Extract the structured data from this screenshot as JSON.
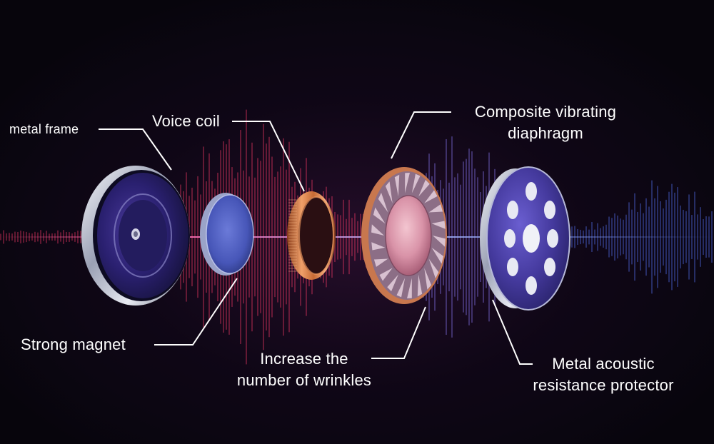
{
  "labels": {
    "metal_frame": "metal frame",
    "voice_coil": "Voice coil",
    "composite_line1": "Composite vibrating",
    "composite_line2": "diaphragm",
    "strong_magnet": "Strong magnet",
    "wrinkles_line1": "Increase the",
    "wrinkles_line2": "number of wrinkles",
    "protector_line1": "Metal acoustic",
    "protector_line2": "resistance protector"
  },
  "colors": {
    "background": "#07050c",
    "label_text": "#ffffff",
    "leader_line": "#ffffff",
    "waveform_red": "#ff3b4f",
    "waveform_blue": "#5a6cff",
    "coil_copper": "#d9824a",
    "diaphragm_pink": "#e9a6b6",
    "frame_steel": "#d8dbe4",
    "protector_purple": "#4b3fa8"
  },
  "components": [
    {
      "name": "metal frame",
      "icon": "metal-frame-icon"
    },
    {
      "name": "Strong magnet",
      "icon": "magnet-disc-icon"
    },
    {
      "name": "Voice coil",
      "icon": "voice-coil-ring-icon"
    },
    {
      "name": "Composite vibrating diaphragm",
      "icon": "diaphragm-icon"
    },
    {
      "name": "Metal acoustic resistance protector",
      "icon": "perforated-protector-icon"
    }
  ]
}
